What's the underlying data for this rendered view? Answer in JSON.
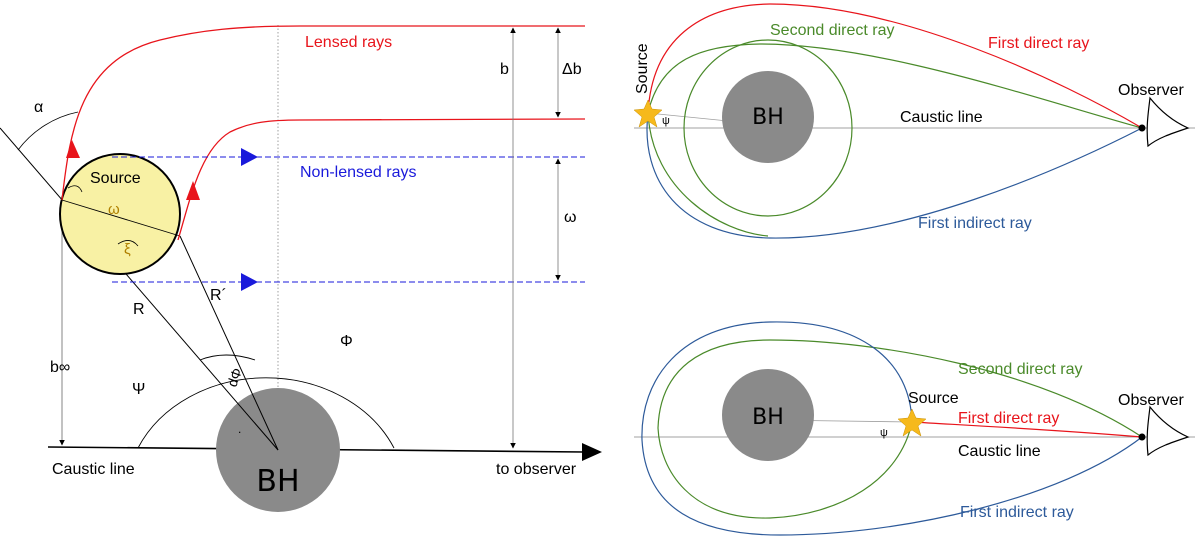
{
  "colors": {
    "lensed": "#e8141b",
    "direct": "#e8141b",
    "nonlensed": "#1a1adb",
    "nonlensed_label": "#1a1adb",
    "second": "#4a8a2a",
    "indirect": "#2d5a9a",
    "bh": "#8a8a8a",
    "source_fill": "#f8f1a4",
    "star": "#f6b91c",
    "axis": "#000000",
    "thin": "#a0a0a0"
  },
  "left": {
    "lensed_label": "Lensed rays",
    "nonlensed_label": "Non-lensed rays",
    "source_label": "Source",
    "bh_label": "BH",
    "caustic_label": "Caustic line",
    "observer_label": "to observer",
    "alpha": "α",
    "omega_inner": "ω",
    "xi": "ξ",
    "R": "R",
    "R_prime": "R´",
    "b_inf": "b∞",
    "psi": "Ψ",
    "dphi": "dΦ",
    "phi": "Φ",
    "b": "b",
    "delta_b": "Δb",
    "omega_gap": "ω"
  },
  "right_top": {
    "source_label": "Source",
    "bh_label": "BH",
    "psi": "ψ",
    "caustic_label": "Caustic line",
    "observer_label": "Observer",
    "second_direct": "Second direct ray",
    "first_direct": "First direct ray",
    "first_indirect": "First indirect ray"
  },
  "right_bottom": {
    "source_label": "Source",
    "bh_label": "BH",
    "psi": "ψ",
    "caustic_label": "Caustic line",
    "observer_label": "Observer",
    "second_direct": "Second direct ray",
    "first_direct": "First direct ray",
    "first_indirect": "First indirect ray"
  }
}
